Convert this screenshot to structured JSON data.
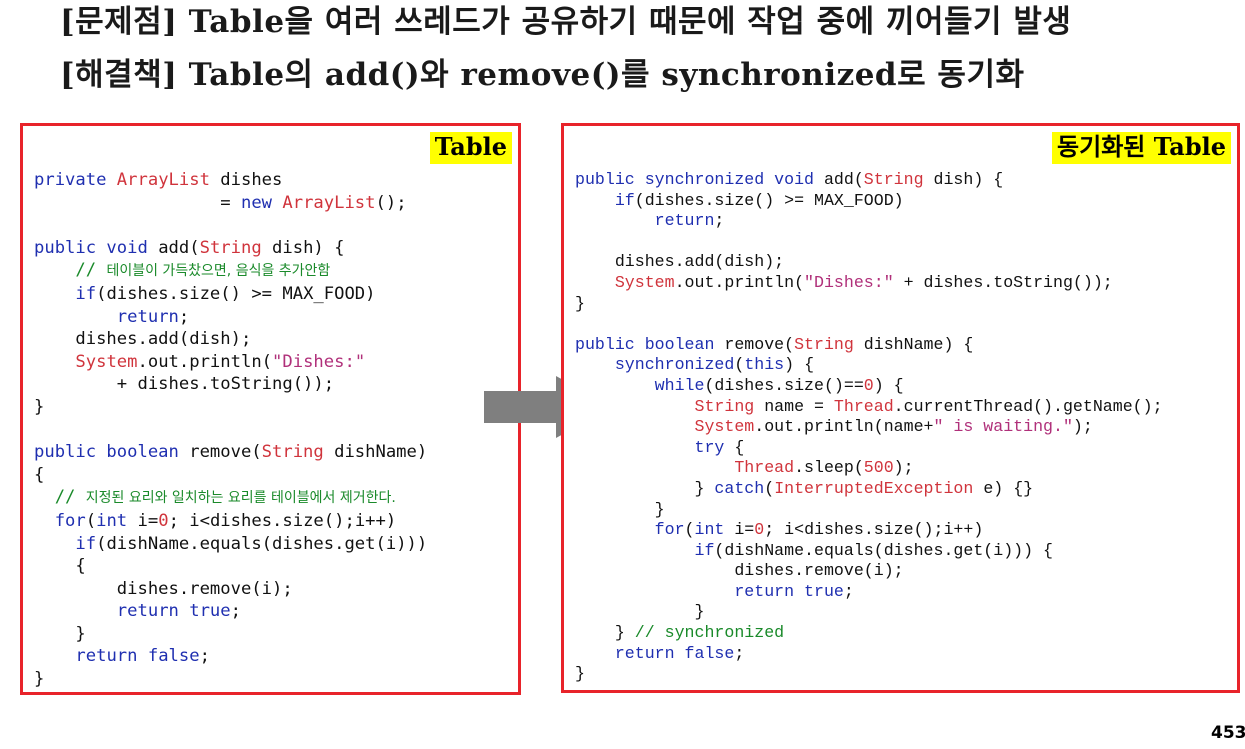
{
  "heading": {
    "problem": "[문제점] Table을 여러 쓰레드가 공유하기 때문에 작업 중에 끼어들기 발생",
    "solution": "[해결책] Table의 add()와 remove()를 synchronized로 동기화"
  },
  "left_panel": {
    "badge": "Table",
    "code": [
      [
        {
          "t": "private ",
          "c": "kw"
        },
        {
          "t": "ArrayList",
          "c": "ty"
        },
        {
          "t": " dishes"
        }
      ],
      [
        {
          "t": "                  = "
        },
        {
          "t": "new ",
          "c": "kw"
        },
        {
          "t": "ArrayList",
          "c": "ty"
        },
        {
          "t": "();"
        }
      ],
      [],
      [
        {
          "t": "public void ",
          "c": "kw"
        },
        {
          "t": "add("
        },
        {
          "t": "String",
          "c": "ty"
        },
        {
          "t": " dish) {"
        }
      ],
      [
        {
          "t": "    // ",
          "c": "cm"
        },
        {
          "t": "테이블이 가득찼으면, 음식을 추가안함",
          "c": "cm-kr"
        }
      ],
      [
        {
          "t": "    "
        },
        {
          "t": "if",
          "c": "kw"
        },
        {
          "t": "(dishes.size() >= MAX_FOOD)"
        }
      ],
      [
        {
          "t": "        "
        },
        {
          "t": "return",
          "c": "kw"
        },
        {
          "t": ";"
        }
      ],
      [
        {
          "t": "    dishes.add(dish);"
        }
      ],
      [
        {
          "t": "    "
        },
        {
          "t": "System",
          "c": "ty"
        },
        {
          "t": ".out.println("
        },
        {
          "t": "\"Dishes:\"",
          "c": "st"
        }
      ],
      [
        {
          "t": "        + dishes.toString());"
        }
      ],
      [
        {
          "t": "}"
        }
      ],
      [],
      [
        {
          "t": "public boolean ",
          "c": "kw"
        },
        {
          "t": "remove("
        },
        {
          "t": "String",
          "c": "ty"
        },
        {
          "t": " dishName)"
        }
      ],
      [
        {
          "t": "{"
        }
      ],
      [
        {
          "t": "  // ",
          "c": "cm"
        },
        {
          "t": "지정된 요리와 일치하는 요리를 테이블에서 제거한다.",
          "c": "cm-kr"
        }
      ],
      [
        {
          "t": "  "
        },
        {
          "t": "for",
          "c": "kw"
        },
        {
          "t": "("
        },
        {
          "t": "int",
          "c": "kw"
        },
        {
          "t": " i="
        },
        {
          "t": "0",
          "c": "nm"
        },
        {
          "t": "; i<dishes.size();i++)"
        }
      ],
      [
        {
          "t": "    "
        },
        {
          "t": "if",
          "c": "kw"
        },
        {
          "t": "(dishName.equals(dishes.get(i)))"
        }
      ],
      [
        {
          "t": "    {"
        }
      ],
      [
        {
          "t": "        dishes.remove(i);"
        }
      ],
      [
        {
          "t": "        "
        },
        {
          "t": "return true",
          "c": "kw"
        },
        {
          "t": ";"
        }
      ],
      [
        {
          "t": "    }"
        }
      ],
      [
        {
          "t": "    "
        },
        {
          "t": "return false",
          "c": "kw"
        },
        {
          "t": ";"
        }
      ],
      [
        {
          "t": "}"
        }
      ]
    ]
  },
  "right_panel": {
    "badge": "동기화된 Table",
    "code": [
      [
        {
          "t": "public synchronized void ",
          "c": "kw"
        },
        {
          "t": "add("
        },
        {
          "t": "String",
          "c": "ty"
        },
        {
          "t": " dish) {"
        }
      ],
      [
        {
          "t": "    "
        },
        {
          "t": "if",
          "c": "kw"
        },
        {
          "t": "(dishes.size() >= MAX_FOOD)"
        }
      ],
      [
        {
          "t": "        "
        },
        {
          "t": "return",
          "c": "kw"
        },
        {
          "t": ";"
        }
      ],
      [],
      [
        {
          "t": "    dishes.add(dish);"
        }
      ],
      [
        {
          "t": "    "
        },
        {
          "t": "System",
          "c": "ty"
        },
        {
          "t": ".out.println("
        },
        {
          "t": "\"Dishes:\"",
          "c": "st"
        },
        {
          "t": " + dishes.toString());"
        }
      ],
      [
        {
          "t": "}"
        }
      ],
      [],
      [
        {
          "t": "public boolean ",
          "c": "kw"
        },
        {
          "t": "remove("
        },
        {
          "t": "String",
          "c": "ty"
        },
        {
          "t": " dishName) {"
        }
      ],
      [
        {
          "t": "    "
        },
        {
          "t": "synchronized",
          "c": "kw"
        },
        {
          "t": "("
        },
        {
          "t": "this",
          "c": "kw"
        },
        {
          "t": ") {"
        }
      ],
      [
        {
          "t": "        "
        },
        {
          "t": "while",
          "c": "kw"
        },
        {
          "t": "(dishes.size()=="
        },
        {
          "t": "0",
          "c": "nm"
        },
        {
          "t": ") {"
        }
      ],
      [
        {
          "t": "            "
        },
        {
          "t": "String",
          "c": "ty"
        },
        {
          "t": " name = "
        },
        {
          "t": "Thread",
          "c": "ty"
        },
        {
          "t": ".currentThread().getName();"
        }
      ],
      [
        {
          "t": "            "
        },
        {
          "t": "System",
          "c": "ty"
        },
        {
          "t": ".out.println(name+"
        },
        {
          "t": "\" is waiting.\"",
          "c": "st"
        },
        {
          "t": ");"
        }
      ],
      [
        {
          "t": "            "
        },
        {
          "t": "try",
          "c": "kw"
        },
        {
          "t": " {"
        }
      ],
      [
        {
          "t": "                "
        },
        {
          "t": "Thread",
          "c": "ty"
        },
        {
          "t": ".sleep("
        },
        {
          "t": "500",
          "c": "nm"
        },
        {
          "t": ");"
        }
      ],
      [
        {
          "t": "            } "
        },
        {
          "t": "catch",
          "c": "kw"
        },
        {
          "t": "("
        },
        {
          "t": "InterruptedException",
          "c": "ty"
        },
        {
          "t": " e) {}"
        }
      ],
      [
        {
          "t": "        }"
        }
      ],
      [
        {
          "t": "        "
        },
        {
          "t": "for",
          "c": "kw"
        },
        {
          "t": "("
        },
        {
          "t": "int",
          "c": "kw"
        },
        {
          "t": " i="
        },
        {
          "t": "0",
          "c": "nm"
        },
        {
          "t": "; i<dishes.size();i++)"
        }
      ],
      [
        {
          "t": "            "
        },
        {
          "t": "if",
          "c": "kw"
        },
        {
          "t": "(dishName.equals(dishes.get(i))) {"
        }
      ],
      [
        {
          "t": "                dishes.remove(i);"
        }
      ],
      [
        {
          "t": "                "
        },
        {
          "t": "return true",
          "c": "kw"
        },
        {
          "t": ";"
        }
      ],
      [
        {
          "t": "            }"
        }
      ],
      [
        {
          "t": "    } "
        },
        {
          "t": "// synchronized",
          "c": "cm"
        }
      ],
      [
        {
          "t": "    "
        },
        {
          "t": "return false",
          "c": "kw"
        },
        {
          "t": ";"
        }
      ],
      [
        {
          "t": "}"
        }
      ]
    ]
  },
  "arrow": {
    "direction": "right",
    "color": "#7f7f7f"
  },
  "page_number": "453",
  "colors": {
    "border": "#e8232a",
    "badge_bg": "#ffff00",
    "keyword": "#1f2fb0",
    "type": "#d0343c",
    "string": "#b0307a",
    "comment": "#1a8a2a"
  }
}
